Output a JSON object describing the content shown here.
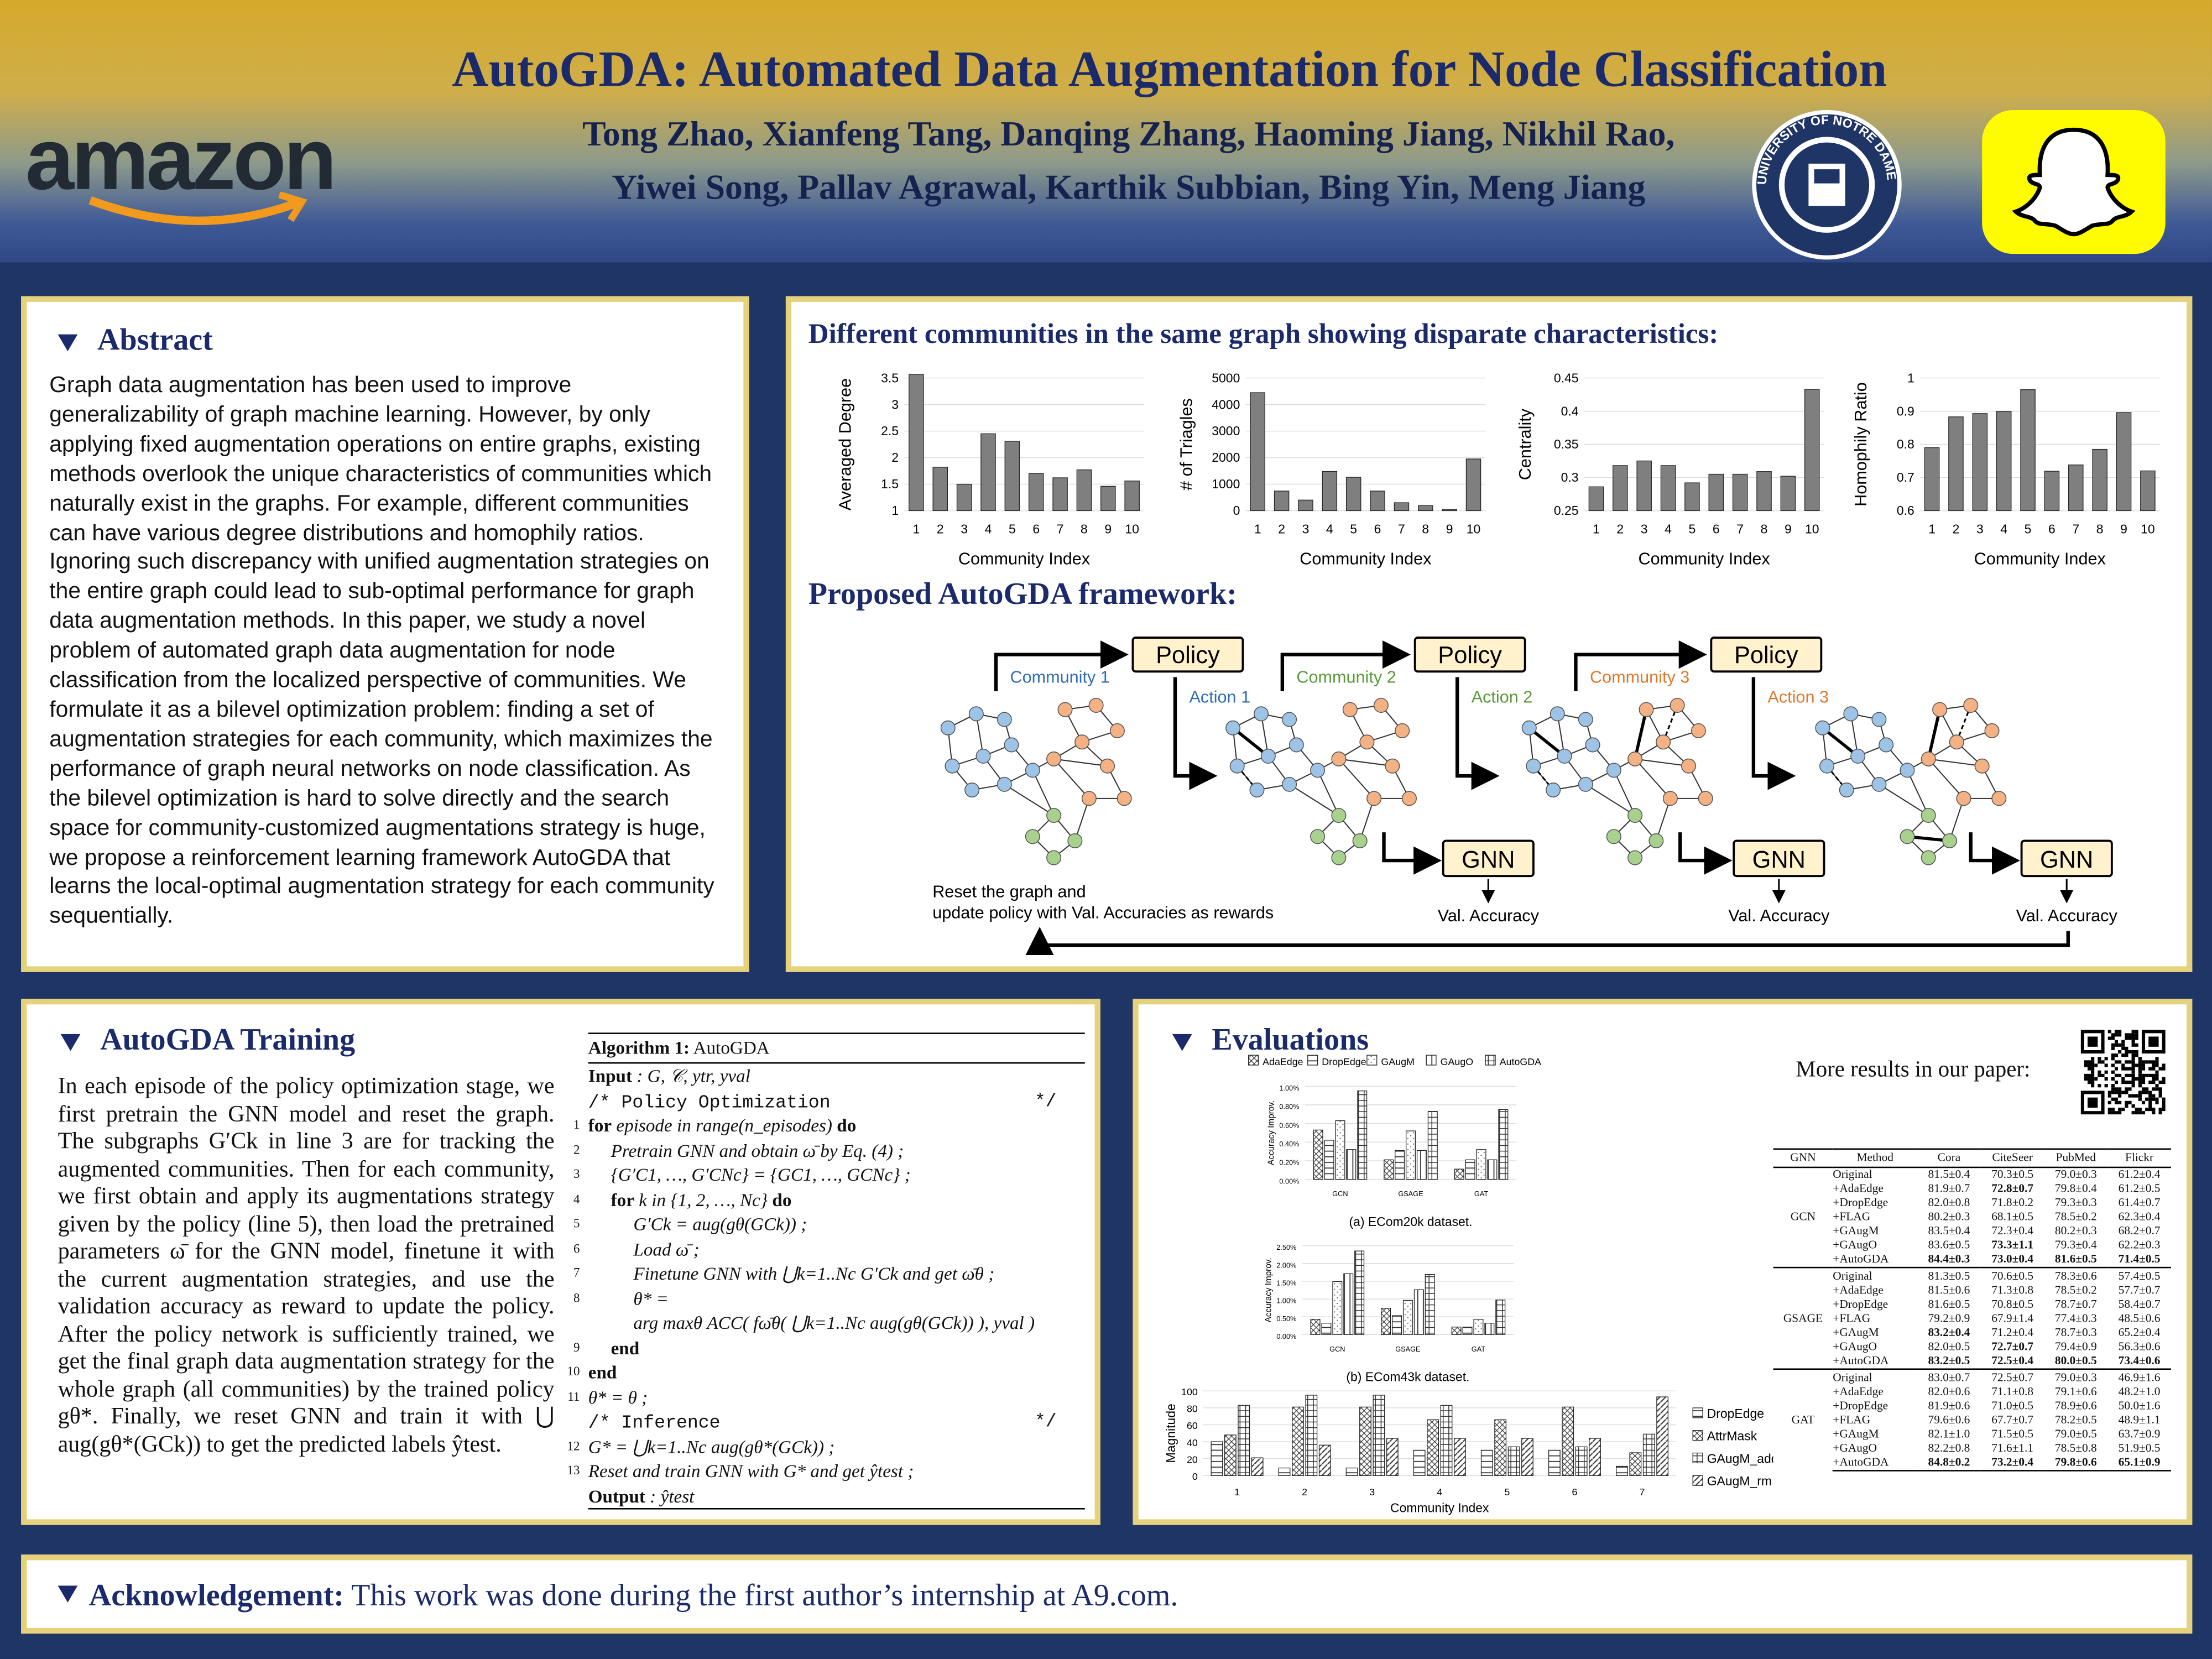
{
  "header": {
    "title": "AutoGDA: Automated Data Augmentation for Node Classification",
    "authors_line1": "Tong Zhao, Xianfeng Tang, Danqing Zhang, Haoming Jiang, Nikhil Rao,",
    "authors_line2": "Yiwei Song, Pallav Agrawal, Karthik Subbian, Bing Yin, Meng Jiang",
    "logo_left": "amazon",
    "seal_text": "UNIVERSITY OF NOTRE DAME",
    "colors": {
      "navy": "#1b2a6b",
      "gold": "#d6a92a",
      "panel_border": "#e6d27a",
      "background": "#1f3566",
      "snap_yellow": "#fffc00"
    }
  },
  "abstract": {
    "heading": "Abstract",
    "text": "Graph data augmentation has been used to improve generalizability of graph machine learning. However, by only applying fixed augmentation operations on entire graphs, existing methods overlook the unique characteristics of communities which naturally exist in the graphs. For example, different communities can have various degree distributions and homophily ratios. Ignoring such discrepancy with unified augmentation strategies on the entire graph could lead to sub-optimal performance for graph data augmentation methods. In this paper, we study a novel problem of automated graph data augmentation for node classification from the localized perspective of communities. We formulate it as a bilevel optimization problem: finding a set of augmentation strategies for each community, which maximizes the performance of graph neural networks on node classification. As the bilevel optimization is hard to solve directly and the search space for community-customized augmentations strategy is huge, we propose a reinforcement learning framework AutoGDA that learns the local-optimal augmentation strategy for each community sequentially."
  },
  "motivation": {
    "heading": "Different communities in the same graph showing disparate characteristics:",
    "framework_heading": "Proposed AutoGDA framework:",
    "framework": {
      "communities": [
        "Community 1",
        "Community 2",
        "Community 3"
      ],
      "actions": [
        "Action 1",
        "Action 2",
        "Action 3"
      ],
      "policy_label": "Policy",
      "gnn_label": "GNN",
      "val_label": "Val. Accuracy",
      "reset_line1": "Reset the graph and",
      "reset_line2": "update policy with Val. Accuracies as rewards",
      "colors": {
        "community1": "#2f6db5",
        "community2": "#5a9a3a",
        "community3": "#e0782c",
        "blue_node": "#9dc3e6",
        "orange_node": "#f4b183",
        "green_node": "#a9d18e",
        "box": "#fff2cc"
      }
    }
  },
  "chart_data": [
    {
      "type": "bar",
      "title": "",
      "xlabel": "Community Index",
      "ylabel": "Averaged Degree",
      "categories": [
        "1",
        "2",
        "3",
        "4",
        "5",
        "6",
        "7",
        "8",
        "9",
        "10"
      ],
      "values": [
        3.57,
        1.82,
        1.5,
        2.45,
        2.31,
        1.7,
        1.62,
        1.77,
        1.46,
        1.56
      ],
      "ylim": [
        1,
        3.5
      ],
      "yticks": [
        "1",
        "1.5",
        "2",
        "2.5",
        "3",
        "3.5"
      ],
      "grid": true
    },
    {
      "type": "bar",
      "title": "",
      "xlabel": "Community Index",
      "ylabel": "# of Triagles",
      "categories": [
        "1",
        "2",
        "3",
        "4",
        "5",
        "6",
        "7",
        "8",
        "9",
        "10"
      ],
      "values": [
        4450,
        740,
        400,
        1480,
        1260,
        740,
        300,
        190,
        50,
        1950
      ],
      "ylim": [
        0,
        5000
      ],
      "yticks": [
        "0",
        "1000",
        "2000",
        "3000",
        "4000",
        "5000"
      ],
      "grid": true
    },
    {
      "type": "bar",
      "title": "",
      "xlabel": "Community Index",
      "ylabel": "Centrality",
      "categories": [
        "1",
        "2",
        "3",
        "4",
        "5",
        "6",
        "7",
        "8",
        "9",
        "10"
      ],
      "values": [
        0.286,
        0.318,
        0.325,
        0.318,
        0.292,
        0.305,
        0.305,
        0.309,
        0.302,
        0.433
      ],
      "ylim": [
        0.25,
        0.45
      ],
      "yticks": [
        "0.25",
        "0.3",
        "0.35",
        "0.4",
        "0.45"
      ],
      "grid": true
    },
    {
      "type": "bar",
      "title": "",
      "xlabel": "Community Index",
      "ylabel": "Homophily Ratio",
      "categories": [
        "1",
        "2",
        "3",
        "4",
        "5",
        "6",
        "7",
        "8",
        "9",
        "10"
      ],
      "values": [
        0.79,
        0.883,
        0.893,
        0.9,
        0.965,
        0.719,
        0.738,
        0.785,
        0.896,
        0.72
      ],
      "ylim": [
        0.6,
        1.0
      ],
      "yticks": [
        "0.6",
        "0.7",
        "0.8",
        "0.9",
        "1"
      ],
      "grid": true
    },
    {
      "type": "bar",
      "title": "(a) ECom20k dataset.",
      "xlabel": "",
      "ylabel": "Accuracy Improv.",
      "categories": [
        "GCN",
        "GSAGE",
        "GAT"
      ],
      "series": [
        {
          "name": "AdaEdge",
          "values": [
            0.53,
            0.21,
            0.11
          ]
        },
        {
          "name": "DropEdge",
          "values": [
            0.42,
            0.31,
            0.21
          ]
        },
        {
          "name": "GAugM",
          "values": [
            0.63,
            0.52,
            0.32
          ]
        },
        {
          "name": "GAugO",
          "values": [
            0.32,
            0.31,
            0.21
          ]
        },
        {
          "name": "AutoGDA",
          "values": [
            0.95,
            0.73,
            0.75
          ]
        }
      ],
      "ylim": [
        0,
        1.0
      ],
      "yticks": [
        "0.00%",
        "0.20%",
        "0.40%",
        "0.60%",
        "0.80%",
        "1.00%"
      ],
      "legend": "top",
      "grid": true
    },
    {
      "type": "bar",
      "title": "(b) ECom43k dataset.",
      "xlabel": "",
      "ylabel": "Accuracy Improv.",
      "categories": [
        "GCN",
        "GSAGE",
        "GAT"
      ],
      "series": [
        {
          "name": "AdaEdge",
          "values": [
            0.43,
            0.74,
            0.21
          ]
        },
        {
          "name": "DropEdge",
          "values": [
            0.32,
            0.53,
            0.21
          ]
        },
        {
          "name": "GAugM",
          "values": [
            1.49,
            0.96,
            0.43
          ]
        },
        {
          "name": "GAugO",
          "values": [
            1.71,
            1.26,
            0.32
          ]
        },
        {
          "name": "AutoGDA",
          "values": [
            2.35,
            1.69,
            0.97
          ]
        }
      ],
      "ylim": [
        0,
        2.5
      ],
      "yticks": [
        "0.00%",
        "0.50%",
        "1.00%",
        "1.50%",
        "2.00%",
        "2.50%"
      ],
      "grid": true
    },
    {
      "type": "bar",
      "title": "",
      "xlabel": "Community Index",
      "ylabel": "Magnitude",
      "categories": [
        "1",
        "2",
        "3",
        "4",
        "5",
        "6",
        "7"
      ],
      "series": [
        {
          "name": "DropEdge",
          "values": [
            40,
            9,
            9,
            30,
            30,
            30,
            11
          ]
        },
        {
          "name": "AttrMask",
          "values": [
            48,
            81,
            81,
            66,
            66,
            81,
            27
          ]
        },
        {
          "name": "GAugM_add",
          "values": [
            83,
            95,
            95,
            83,
            34,
            34,
            49
          ]
        },
        {
          "name": "GAugM_rm",
          "values": [
            21,
            36,
            44,
            44,
            44,
            44,
            93
          ]
        }
      ],
      "ylim": [
        0,
        100
      ],
      "yticks": [
        "0",
        "20",
        "40",
        "60",
        "80",
        "100"
      ],
      "legend": "right",
      "grid": true
    }
  ],
  "training": {
    "heading": "AutoGDA Training",
    "text": "In each episode of the policy optimization stage, we first pretrain the GNN model and reset the graph. The subgraphs G′Ck in line 3 are for tracking the augmented communities. Then for each community, we first obtain and apply its augmentations strategy given by the policy (line 5), then load the pretrained parameters ω̄ for the GNN model, finetune it with the current augmentation strategies, and use the validation accuracy as reward to update the policy. After the policy network is sufficiently trained, we get the final graph data augmentation strategy for the whole graph (all communities) by the trained policy gθ*. Finally, we reset GNN and train it with ⋃ aug(gθ*(GCk)) to get the predicted labels ŷtest.",
    "algorithm": {
      "title_bold": "Algorithm 1:",
      "title": "AutoGDA",
      "lines": [
        {
          "n": "",
          "indent": 0,
          "bold": "Input",
          "text": " : G, 𝒞, ytr, yval"
        },
        {
          "n": "",
          "indent": 0,
          "mono": "/* Policy Optimization",
          "end": "*/"
        },
        {
          "n": "1",
          "indent": 0,
          "bold": "for",
          "text": " episode in range(n_episodes) ",
          "bold2": "do"
        },
        {
          "n": "2",
          "indent": 1,
          "text": "Pretrain GNN and obtain ω̄ by Eq. (4) ;"
        },
        {
          "n": "3",
          "indent": 1,
          "text": "{G′C1, …, G′CNc} = {GC1, …, GCNc} ;"
        },
        {
          "n": "4",
          "indent": 1,
          "bold": "for",
          "text": " k in {1, 2, …, Nc} ",
          "bold2": "do"
        },
        {
          "n": "5",
          "indent": 2,
          "text": "G′Ck = aug(gθ(GCk)) ;"
        },
        {
          "n": "6",
          "indent": 2,
          "text": "Load ω̄ ;"
        },
        {
          "n": "7",
          "indent": 2,
          "text": "Finetune GNN with ⋃k=1..Nc G′Ck and get ω̄θ ;"
        },
        {
          "n": "8",
          "indent": 2,
          "text": "θ* ="
        },
        {
          "n": "",
          "indent": 2,
          "text": "  arg maxθ ACC( fω̄θ( ⋃k=1..Nc aug(gθ(GCk)) ), yval )"
        },
        {
          "n": "9",
          "indent": 1,
          "bold": "end"
        },
        {
          "n": "10",
          "indent": 0,
          "bold": "end"
        },
        {
          "n": "11",
          "indent": 0,
          "text": "θ* = θ ;"
        },
        {
          "n": "",
          "indent": 0,
          "mono": "/* Inference",
          "end": "*/"
        },
        {
          "n": "12",
          "indent": 0,
          "text": "G* = ⋃k=1..Nc aug(gθ*(GCk)) ;"
        },
        {
          "n": "13",
          "indent": 0,
          "text": "Reset and train GNN with G* and get ŷtest ;"
        },
        {
          "n": "",
          "indent": 0,
          "bold": "Output",
          "text": " : ŷtest"
        }
      ]
    }
  },
  "evaluations": {
    "heading": "Evaluations",
    "more_results": "More results in our paper:",
    "table": {
      "headers": [
        "GNN",
        "Method",
        "Cora",
        "CiteSeer",
        "PubMed",
        "Flickr"
      ],
      "groups": [
        {
          "gnn": "GCN",
          "rows": [
            {
              "method": "Original",
              "cells": [
                "81.5±0.4",
                "70.3±0.5",
                "79.0±0.3",
                "61.2±0.4"
              ],
              "bold": []
            },
            {
              "method": "+AdaEdge",
              "cells": [
                "81.9±0.7",
                "72.8±0.7",
                "79.8±0.4",
                "61.2±0.5"
              ],
              "bold": [
                1
              ]
            },
            {
              "method": "+DropEdge",
              "cells": [
                "82.0±0.8",
                "71.8±0.2",
                "79.3±0.3",
                "61.4±0.7"
              ],
              "bold": []
            },
            {
              "method": "+FLAG",
              "cells": [
                "80.2±0.3",
                "68.1±0.5",
                "78.5±0.2",
                "62.3±0.4"
              ],
              "bold": []
            },
            {
              "method": "+GAugM",
              "cells": [
                "83.5±0.4",
                "72.3±0.4",
                "80.2±0.3",
                "68.2±0.7"
              ],
              "bold": []
            },
            {
              "method": "+GAugO",
              "cells": [
                "83.6±0.5",
                "73.3±1.1",
                "79.3±0.4",
                "62.2±0.3"
              ],
              "bold": [
                1
              ]
            },
            {
              "method": "+AutoGDA",
              "cells": [
                "84.4±0.3",
                "73.0±0.4",
                "81.6±0.5",
                "71.4±0.5"
              ],
              "bold": [
                0,
                1,
                2,
                3
              ]
            }
          ]
        },
        {
          "gnn": "GSAGE",
          "rows": [
            {
              "method": "Original",
              "cells": [
                "81.3±0.5",
                "70.6±0.5",
                "78.3±0.6",
                "57.4±0.5"
              ],
              "bold": []
            },
            {
              "method": "+AdaEdge",
              "cells": [
                "81.5±0.6",
                "71.3±0.8",
                "78.5±0.2",
                "57.7±0.7"
              ],
              "bold": []
            },
            {
              "method": "+DropEdge",
              "cells": [
                "81.6±0.5",
                "70.8±0.5",
                "78.7±0.7",
                "58.4±0.7"
              ],
              "bold": []
            },
            {
              "method": "+FLAG",
              "cells": [
                "79.2±0.9",
                "67.9±1.4",
                "77.4±0.3",
                "48.5±0.6"
              ],
              "bold": []
            },
            {
              "method": "+GAugM",
              "cells": [
                "83.2±0.4",
                "71.2±0.4",
                "78.7±0.3",
                "65.2±0.4"
              ],
              "bold": [
                0
              ]
            },
            {
              "method": "+GAugO",
              "cells": [
                "82.0±0.5",
                "72.7±0.7",
                "79.4±0.9",
                "56.3±0.6"
              ],
              "bold": [
                1
              ]
            },
            {
              "method": "+AutoGDA",
              "cells": [
                "83.2±0.5",
                "72.5±0.4",
                "80.0±0.5",
                "73.4±0.6"
              ],
              "bold": [
                0,
                1,
                2,
                3
              ]
            }
          ]
        },
        {
          "gnn": "GAT",
          "rows": [
            {
              "method": "Original",
              "cells": [
                "83.0±0.7",
                "72.5±0.7",
                "79.0±0.3",
                "46.9±1.6"
              ],
              "bold": []
            },
            {
              "method": "+AdaEdge",
              "cells": [
                "82.0±0.6",
                "71.1±0.8",
                "79.1±0.6",
                "48.2±1.0"
              ],
              "bold": []
            },
            {
              "method": "+DropEdge",
              "cells": [
                "81.9±0.6",
                "71.0±0.5",
                "78.9±0.6",
                "50.0±1.6"
              ],
              "bold": []
            },
            {
              "method": "+FLAG",
              "cells": [
                "79.6±0.6",
                "67.7±0.7",
                "78.2±0.5",
                "48.9±1.1"
              ],
              "bold": []
            },
            {
              "method": "+GAugM",
              "cells": [
                "82.1±1.0",
                "71.5±0.5",
                "79.0±0.5",
                "63.7±0.9"
              ],
              "bold": []
            },
            {
              "method": "+GAugO",
              "cells": [
                "82.2±0.8",
                "71.6±1.1",
                "78.5±0.8",
                "51.9±0.5"
              ],
              "bold": []
            },
            {
              "method": "+AutoGDA",
              "cells": [
                "84.8±0.2",
                "73.2±0.4",
                "79.8±0.6",
                "65.1±0.9"
              ],
              "bold": [
                0,
                1,
                2,
                3
              ]
            }
          ]
        }
      ]
    }
  },
  "acknowledgement": {
    "label": "Acknowledgement:",
    "text": " This work was done during the first author’s internship at A9.com."
  }
}
